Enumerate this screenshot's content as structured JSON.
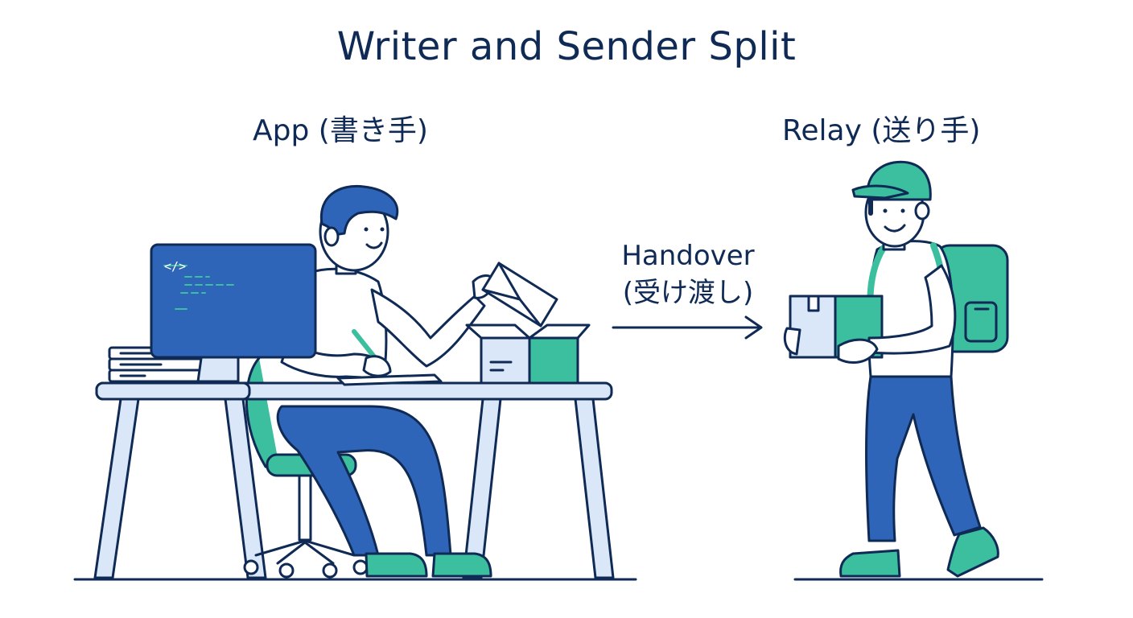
{
  "title": "Writer and Sender Split",
  "writer": {
    "label": "App (書き手)",
    "screen_code": "</>"
  },
  "sender": {
    "label": "Relay (送り手)"
  },
  "handover": {
    "line1": "Handover",
    "line2": "(受け渡し)"
  },
  "colors": {
    "navy": "#0f2a55",
    "blue": "#2f65b9",
    "light_blue": "#d9e7f8",
    "teal": "#3cbf9e",
    "skin": "#ffffff"
  }
}
